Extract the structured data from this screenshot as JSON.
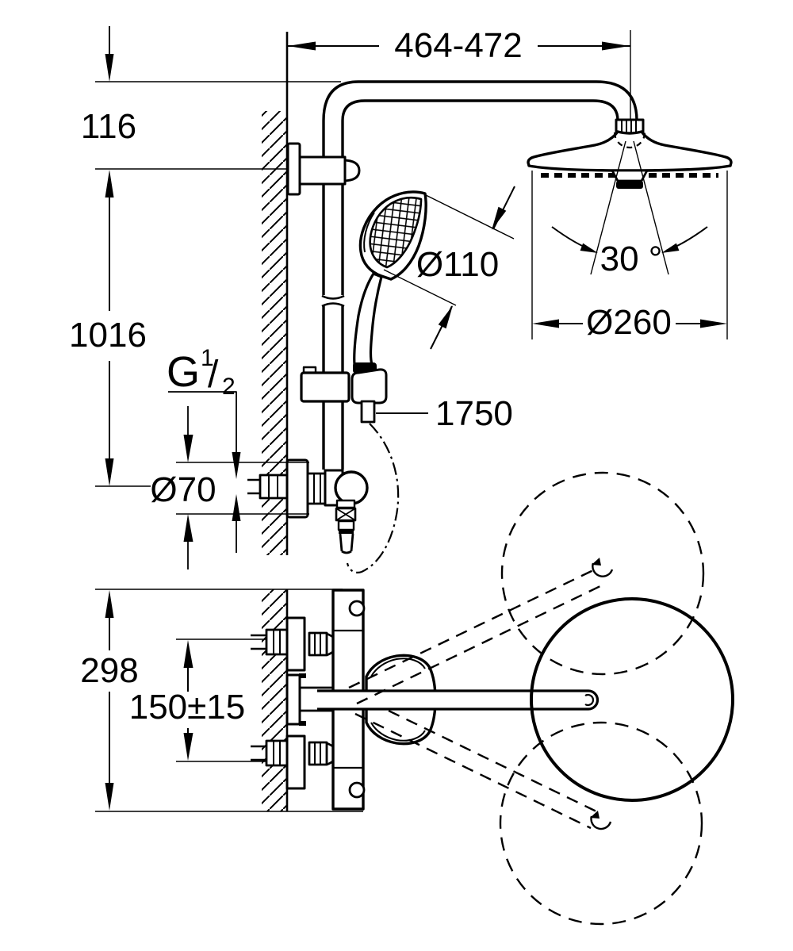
{
  "drawing": {
    "product": "thermostatic shower system with head shower and hand shower",
    "colors": {
      "line": "#000000",
      "background": "#ffffff"
    },
    "dimensions": {
      "arm_projection": "464-472",
      "offset_top": "116",
      "rail_height": "1016",
      "thread": {
        "letter": "G",
        "numerator": "1",
        "slash": "/",
        "denominator": "2"
      },
      "escutcheon_diameter": "Ø70",
      "hand_shower_diameter": "Ø110",
      "hose_length": "1750",
      "spray_angle": "30 °",
      "head_shower_diameter": "Ø260",
      "overall_height_plan": "298",
      "inlet_spacing": "150±15"
    }
  }
}
